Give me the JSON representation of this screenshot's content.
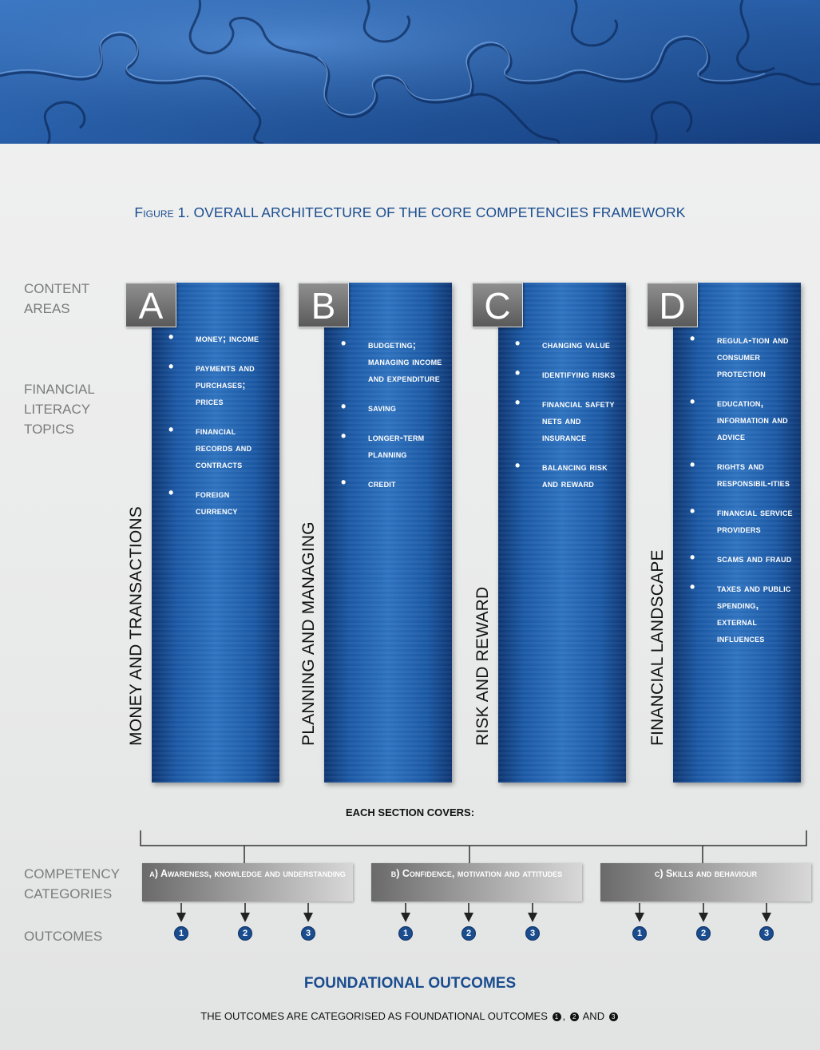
{
  "figure": {
    "title_prefix": "Figure 1.",
    "title_rest": "OVERALL ARCHITECTURE OF THE CORE COMPETENCIES FRAMEWORK"
  },
  "row_labels": {
    "content_areas": "CONTENT\nAREAS",
    "topics": "FINANCIAL\nLITERACY\nTOPICS",
    "categories": "COMPETENCY\nCATEGORIES",
    "outcomes": "OUTCOMES"
  },
  "areas": [
    {
      "letter": "A",
      "name": "MONEY AND TRANSACTIONS",
      "topics": [
        "Money; income",
        "Payments and purchases; prices",
        "Financial records and contracts",
        "Foreign currency"
      ]
    },
    {
      "letter": "B",
      "name": "PLANNING AND MANAGING",
      "topics": [
        "Budgeting; managing income and expenditure",
        "Saving",
        "Longer-term planning",
        "Credit"
      ]
    },
    {
      "letter": "C",
      "name": "RISK AND REWARD",
      "topics": [
        "Changing value",
        "Identifying risks",
        "Financial safety nets and insurance",
        "Balancing risk and reward"
      ]
    },
    {
      "letter": "D",
      "name": "FINANCIAL LANDSCAPE",
      "topics": [
        "Regula-tion and consumer protection",
        "Education, information and advice",
        "Rights and responsibil-ities",
        "Financial service providers",
        "Scams and fraud",
        "Taxes and public spending, external influences"
      ]
    }
  ],
  "covers": "EACH SECTION COVERS:",
  "categories": [
    {
      "label": "a) Awareness, knowledge and understanding"
    },
    {
      "label": "b) Confidence, motivation and attitudes"
    },
    {
      "label": "c) Skills and behaviour"
    }
  ],
  "outcome_numbers": [
    "1",
    "2",
    "3"
  ],
  "foundational": {
    "title": "FOUNDATIONAL OUTCOMES",
    "note_text": "THE OUTCOMES ARE CATEGORISED AS FOUNDATIONAL OUTCOMES",
    "note_and": "AND"
  },
  "colors": {
    "accent": "#1a4d8f",
    "column_blue": "#1c5aa6",
    "banner_blue": "#2d68b4"
  }
}
